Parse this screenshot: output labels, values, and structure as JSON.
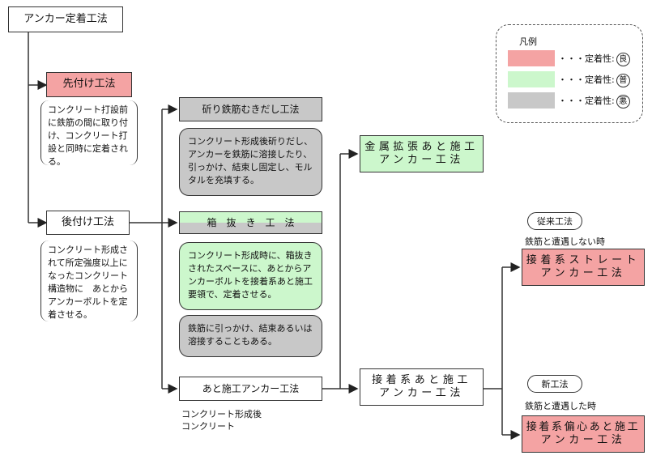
{
  "title": "アンカー定着工法",
  "nodes": {
    "sakizuke": "先付け工法",
    "sakizuke_note": "コンクリート打設前に鉄筋の間に取り付け、コンクリート打設と同時に定着される。",
    "atozuke": "後付け工法",
    "atozuke_note": "コンクリート形成されて所定強度以上になったコンクリート構造物に　あとからアンカーボルトを定着させる。",
    "hatsuri": "斫り鉄筋むきだし工法",
    "hatsuri_note": "コンクリート形成後斫りだし、アンカーを鉄筋に溶接したり、引っかけ、結束し固定し、モルタルを充填する。",
    "hakonuki": "箱　抜　き　工　法",
    "hakonuki_note": "コンクリート形成時に、箱抜きされたスペースに、あとからアンカーボルトを接着系あと施工要領で、定着させる。",
    "hakonuki_note2": "鉄筋に引っかけ、結束あるいは溶接することもある。",
    "atosekou": "あと施工アンカー工法",
    "atosekou_sub_1": "コンクリート形成後",
    "atosekou_sub_2": "コンクリート",
    "kinzoku_1": "金属拡張あと施工",
    "kinzoku_2": "アンカー工法",
    "secchaku_1": "接着系あと施工",
    "secchaku_2": "アンカー工法",
    "straight_1": "接着系ストレート",
    "straight_2": "アンカー工法",
    "henshin_1": "接着系偏心あと施工",
    "henshin_2": "アンカー工法",
    "jurai": "従来工法",
    "jurai_note": "鉄筋と遭遇しない時",
    "shin": "新工法",
    "shin_note": "鉄筋と遭遇した時"
  },
  "legend": {
    "title": "凡例",
    "items": [
      {
        "color": "#f4a3a3",
        "text": "・・・定着性:",
        "mark": "良"
      },
      {
        "color": "#ccf7cc",
        "text": "・・・定着性:",
        "mark": "普"
      },
      {
        "color": "#c8c8c8",
        "text": "・・・定着性:",
        "mark": "悪"
      }
    ]
  }
}
